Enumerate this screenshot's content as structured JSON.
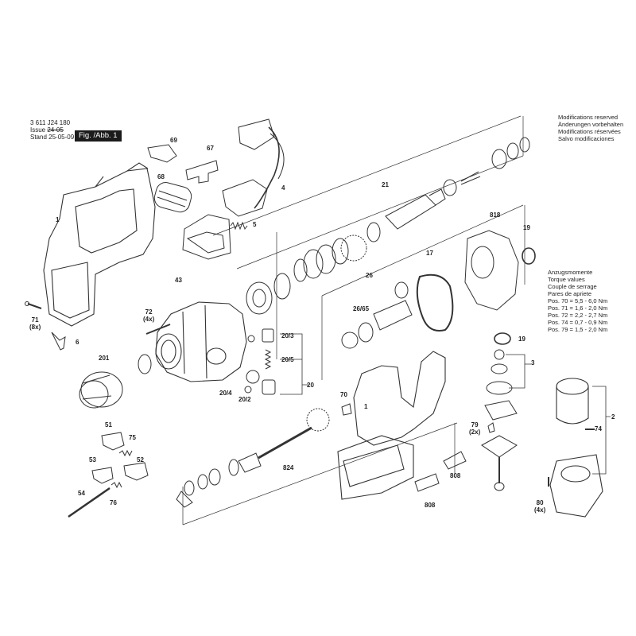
{
  "header": {
    "doc_number": "3 611 J24 180",
    "issue_label": "Issue",
    "issue_old": "24-05",
    "issue_new": "",
    "stand_label": "Stand",
    "stand_date": "25-05-09",
    "fig_label": "Fig. /Abb. 1"
  },
  "modifications": [
    "Modifications reserved",
    "Änderungen vorbehalten",
    "Modifications réservées",
    "Salvo modificaciones"
  ],
  "torque": {
    "headings": [
      "Anzugsmomente",
      "Torque values",
      "Couple de serrage",
      "Pares de apriete"
    ],
    "rows": [
      "Pos.  70 = 5,5 - 6,0 Nm",
      "Pos.  71 = 1,6 - 2,0 Nm",
      "Pos.  72 = 2,2 - 2,7 Nm",
      "Pos.  74 = 0,7 - 0,9 Nm",
      "Pos.  79 = 1,5 - 2,0 Nm"
    ]
  },
  "labels": {
    "p1a": "1",
    "p71": "71",
    "p71q": "(8x)",
    "p6": "6",
    "p69": "69",
    "p68": "68",
    "p67": "67",
    "p4": "4",
    "p5": "5",
    "p43": "43",
    "p72": "72",
    "p72q": "(4x)",
    "p201": "201",
    "p51": "51",
    "p75": "75",
    "p53": "53",
    "p52": "52",
    "p54": "54",
    "p76": "76",
    "p20_3": "20/3",
    "p20_5": "20/5",
    "p20_4": "20/4",
    "p20_2": "20/2",
    "p20": "20",
    "p21": "21",
    "p17": "17",
    "p26": "26",
    "p26_65": "26/65",
    "p818": "818",
    "p19a": "19",
    "p19b": "19",
    "p3": "3",
    "p70": "70",
    "p1b": "1",
    "p824": "824",
    "p808a": "808",
    "p808b": "808",
    "p79": "79",
    "p79q": "(2x)",
    "p2": "2",
    "p74": "74",
    "p80": "80",
    "p80q": "(4x)"
  }
}
